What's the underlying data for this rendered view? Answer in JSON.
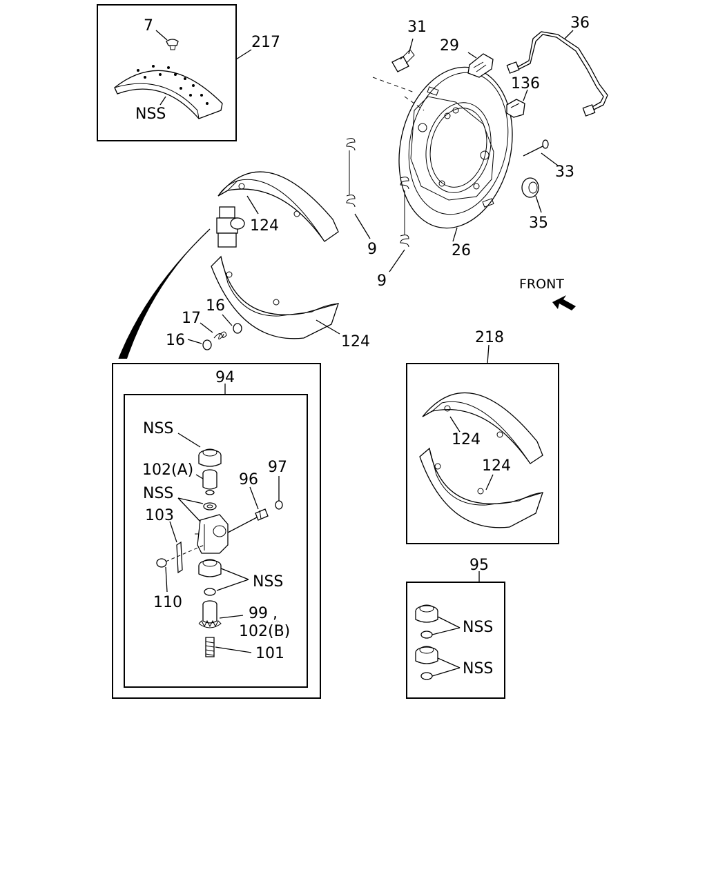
{
  "labels": {
    "l7": "7",
    "l217": "217",
    "lnss_lining": "NSS",
    "l31": "31",
    "l29": "29",
    "l36": "36",
    "l136": "136",
    "l33": "33",
    "l35": "35",
    "l26": "26",
    "l9a": "9",
    "l9b": "9",
    "l124a": "124",
    "l124b": "124",
    "l16a": "16",
    "l17": "17",
    "l16b": "16",
    "front": "FRONT",
    "l94": "94",
    "nss_cup": "NSS",
    "l102a": "102(A)",
    "nss_seals": "NSS",
    "l103": "103",
    "l96": "96",
    "l97": "97",
    "nss_lower": "NSS",
    "l110": "110",
    "l99": "99 ,",
    "l102b": "102(B)",
    "l101": "101",
    "l218": "218",
    "l124c": "124",
    "l124d": "124",
    "l95": "95",
    "nss_kit1": "NSS",
    "nss_kit2": "NSS"
  }
}
